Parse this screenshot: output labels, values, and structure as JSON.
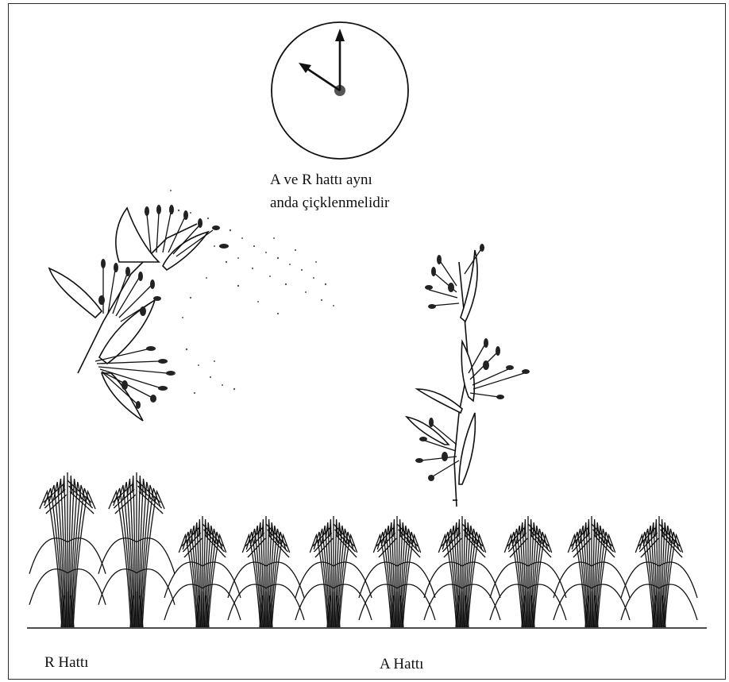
{
  "caption": {
    "line1": "A ve R hattı aynı",
    "line2": "anda çiçklenmelidir"
  },
  "labels": {
    "r_line": "R Hattı",
    "a_line": "A Hattı"
  },
  "icons": {
    "clock": "clock-icon",
    "r_plant": "pollen-shedding-panicle",
    "a_plant": "receptive-panicle"
  },
  "colors": {
    "ink": "#111111",
    "pollen": "#555555"
  }
}
